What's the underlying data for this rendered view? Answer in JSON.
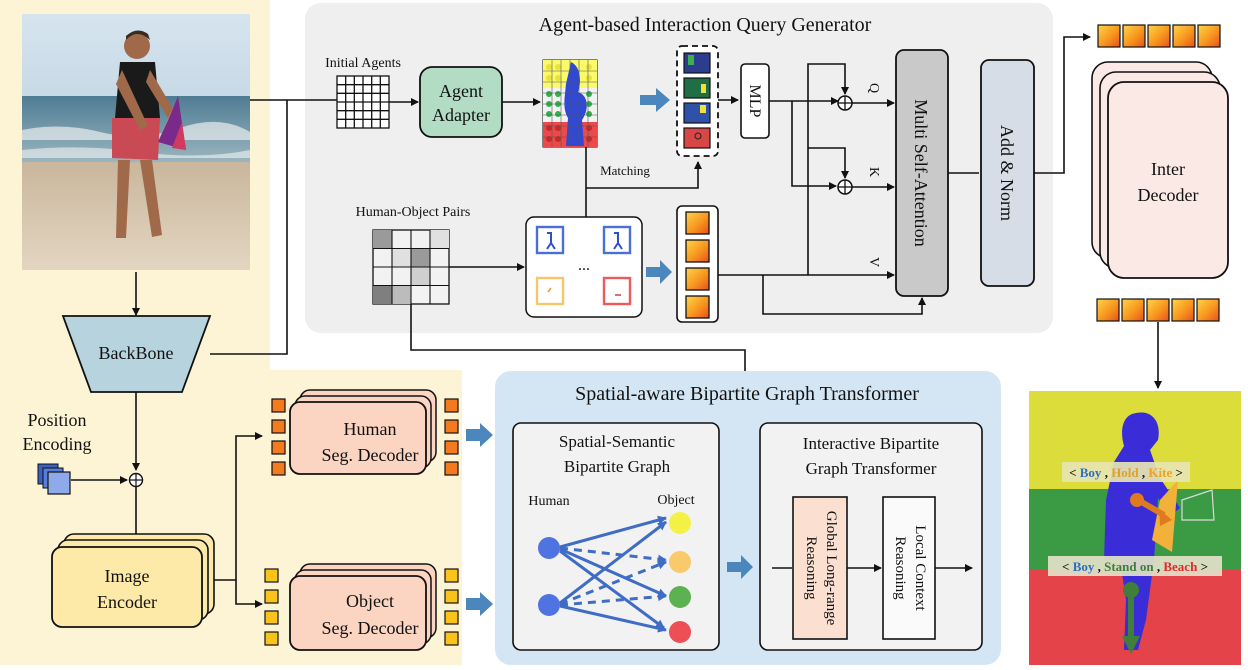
{
  "title_query_generator": "Agent-based  Interaction Query Generator",
  "title_graph_transformer": "Spatial-aware Bipartite Graph Transformer",
  "labels": {
    "initial_agents": "Initial Agents",
    "agent_adapter_1": "Agent",
    "agent_adapter_2": "Adapter",
    "matching": "Matching",
    "mlp": "MLP",
    "multi_self_attention": "Multi Self-Attention",
    "add_norm": "Add & Norm",
    "q": "Q",
    "k": "K",
    "v": "V",
    "human_object_pairs": "Human-Object Pairs",
    "ellipsis": "...",
    "inter_decoder_1": "Inter",
    "inter_decoder_2": "Decoder",
    "backbone": "BackBone",
    "position_encoding_1": "Position",
    "position_encoding_2": "Encoding",
    "image_encoder_1": "Image",
    "image_encoder_2": "Encoder",
    "human_decoder_1": "Human",
    "human_decoder_2": "Seg. Decoder",
    "object_decoder_1": "Object",
    "object_decoder_2": "Seg. Decoder",
    "ssbg_1": "Spatial-Semantic",
    "ssbg_2": "Bipartite Graph",
    "human": "Human",
    "object": "Object",
    "ibgt_1": "Interactive Bipartite",
    "ibgt_2": "Graph Transformer",
    "global_1": "Global Long-range",
    "global_2": "Reasoning",
    "local_1": "Local Context",
    "local_2": "Reasoning"
  },
  "output_triplets": [
    {
      "subject": "Boy",
      "verb": "Hold",
      "object": "Kite"
    },
    {
      "subject": "Boy",
      "verb": "Stand on",
      "object": "Beach"
    }
  ],
  "colors": {
    "yellow_panel": "#fdf3d5",
    "gray_panel": "#efefef",
    "blue_panel": "#d4e6f4",
    "agent_adapter": "#b3dcc4",
    "add_norm": "#d6dde6",
    "msa": "#c9c9c9",
    "encoder": "#fde9a8",
    "seg_decoder": "#fbd5c2",
    "inter_decoder": "#fbe9e6",
    "node_human": "#4f73e0",
    "node_obj_1": "#f4f046",
    "node_obj_2": "#f9c96c",
    "node_obj_3": "#5cb150",
    "node_obj_4": "#ee4f57",
    "arrow_fill": "#4b86bd",
    "triplet_subject": "#2f6fc2",
    "triplet_verb_hold": "#dca32a",
    "triplet_verb_stand": "#3f7f39",
    "triplet_object_kite": "#f0a21f",
    "triplet_object_beach": "#e02a2a"
  }
}
